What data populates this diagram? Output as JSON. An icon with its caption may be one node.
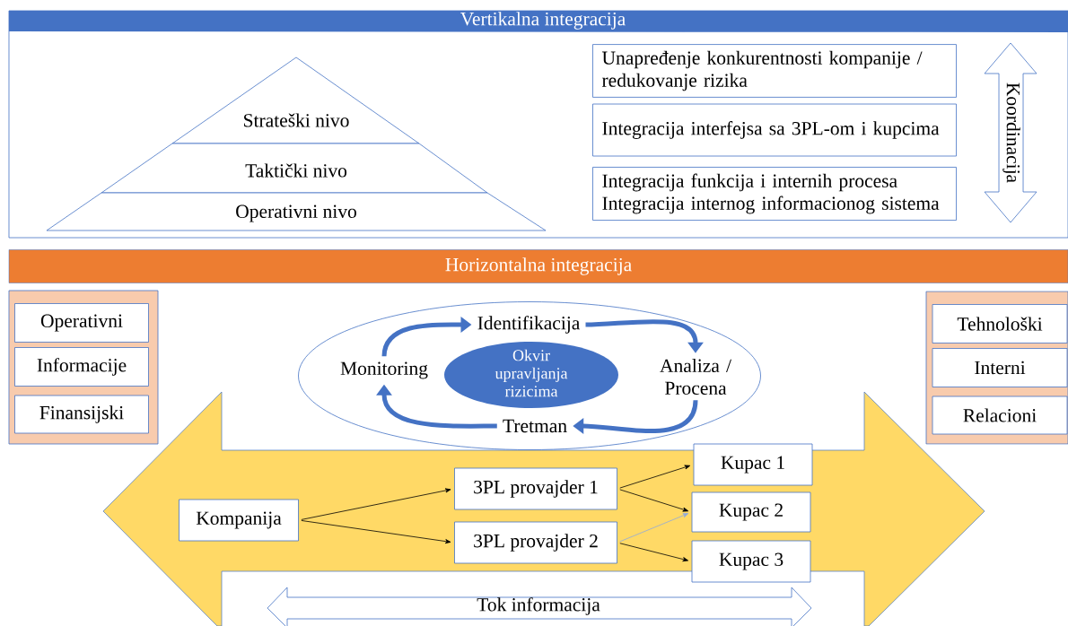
{
  "diagram": {
    "nodes": [
      {
        "text": [
          "Vertikalna integracija"
        ]
      },
      {
        "text": [
          "Strateški nivo"
        ],
        "in": 0
      },
      {
        "text": [
          "Taktički nivo"
        ],
        "in": 0
      },
      {
        "text": [
          "Operativni nivo"
        ],
        "in": 0
      },
      {
        "text": [
          "Unapređenje konkurentnosti kompanije / redukovanje rizika"
        ],
        "in": 0
      },
      {
        "text": [
          "Integracija interfejsa sa 3PL-om i kupcima"
        ],
        "in": 0
      },
      {
        "text": [
          "Integracija funkcija i internih procesa",
          "Integracija internog informacionog sistema"
        ],
        "in": 0
      },
      {
        "text": [
          "Koordinacija"
        ],
        "in": 0
      },
      {
        "text": [
          "Horizontalna integracija"
        ]
      },
      {
        "text": [],
        "shape": "box"
      },
      {
        "text": [
          "Operativni"
        ],
        "in": 9
      },
      {
        "text": [
          "Informacije"
        ],
        "in": 9
      },
      {
        "text": [
          "Finansijski"
        ],
        "in": 9
      },
      {
        "text": [],
        "shape": "ellipse"
      },
      {
        "text": [
          "Identifikacija"
        ],
        "in": 13
      },
      {
        "text": [
          "Okvir upravljanja rizicima"
        ],
        "in": 13
      },
      {
        "text": [
          "Analiza / Procena"
        ],
        "in": 13
      },
      {
        "text": [
          "Tretman"
        ],
        "in": 13
      },
      {
        "text": [
          "Monitoring"
        ],
        "in": 13
      },
      {
        "text": [],
        "shape": "box"
      },
      {
        "text": [
          "Tehnološki"
        ],
        "in": 19
      },
      {
        "text": [
          "Interni"
        ],
        "in": 19
      },
      {
        "text": [
          "Relacioni"
        ],
        "in": 19
      },
      {
        "text": [
          "Kompanija"
        ]
      },
      {
        "text": [
          "3PL provajder 1"
        ]
      },
      {
        "text": [
          "3PL provajder 2"
        ]
      },
      {
        "text": [
          "Kupac 1"
        ]
      },
      {
        "text": [
          "Kupac 2"
        ]
      },
      {
        "text": [
          "Kupac 3"
        ]
      },
      {
        "text": [
          "Tok informacija"
        ]
      }
    ],
    "edges": [
      {
        "from": 23,
        "to": 24,
        "arrow": "to"
      },
      {
        "from": 23,
        "to": 25,
        "arrow": "to"
      },
      {
        "from": 24,
        "to": 26,
        "arrow": "to"
      },
      {
        "from": 24,
        "to": 27,
        "arrow": "to"
      },
      {
        "from": 25,
        "to": 27,
        "arrow": "to",
        "color": "#8faadc"
      },
      {
        "from": 25,
        "to": 28,
        "arrow": "to"
      },
      {
        "from": 14,
        "to": 16,
        "arrow": "to",
        "style": "thick",
        "color": "#4472c4"
      },
      {
        "from": 16,
        "to": 17,
        "arrow": "to",
        "style": "thick",
        "color": "#4472c4"
      },
      {
        "from": 17,
        "to": 18,
        "arrow": "to",
        "style": "thick",
        "color": "#4472c4"
      },
      {
        "from": 18,
        "to": 14,
        "arrow": "to",
        "style": "thick",
        "color": "#4472c4"
      }
    ]
  }
}
